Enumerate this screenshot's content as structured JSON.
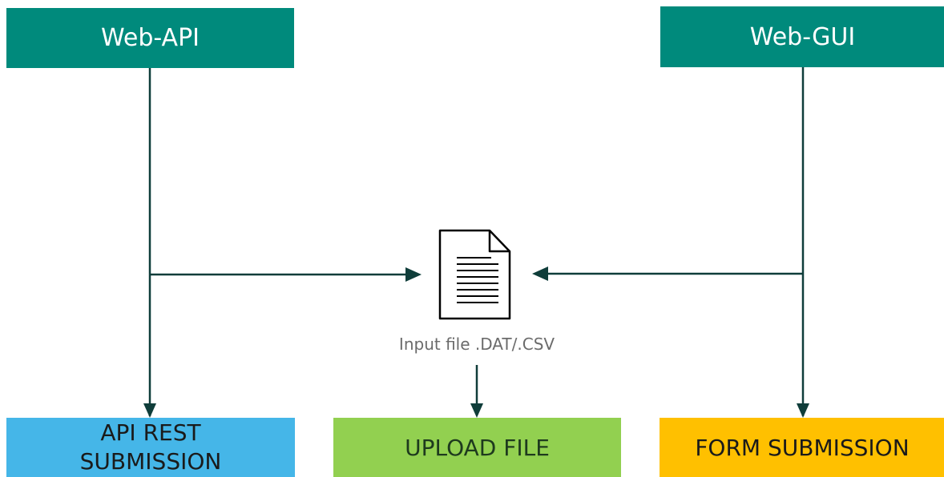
{
  "sources": {
    "web_api": "Web-API",
    "web_gui": "Web-GUI"
  },
  "file": {
    "caption": "Input file .DAT/.CSV",
    "icon": "document-icon"
  },
  "targets": {
    "api_rest_line1": "API REST",
    "api_rest_line2": "SUBMISSION",
    "upload_file": "UPLOAD FILE",
    "form_submission": "FORM SUBMISSION"
  },
  "colors": {
    "source_box": "#008a7c",
    "connector": "#0f3d3a",
    "api_rest": "#45b6e8",
    "upload_file": "#92d050",
    "form_submission": "#ffc000"
  }
}
